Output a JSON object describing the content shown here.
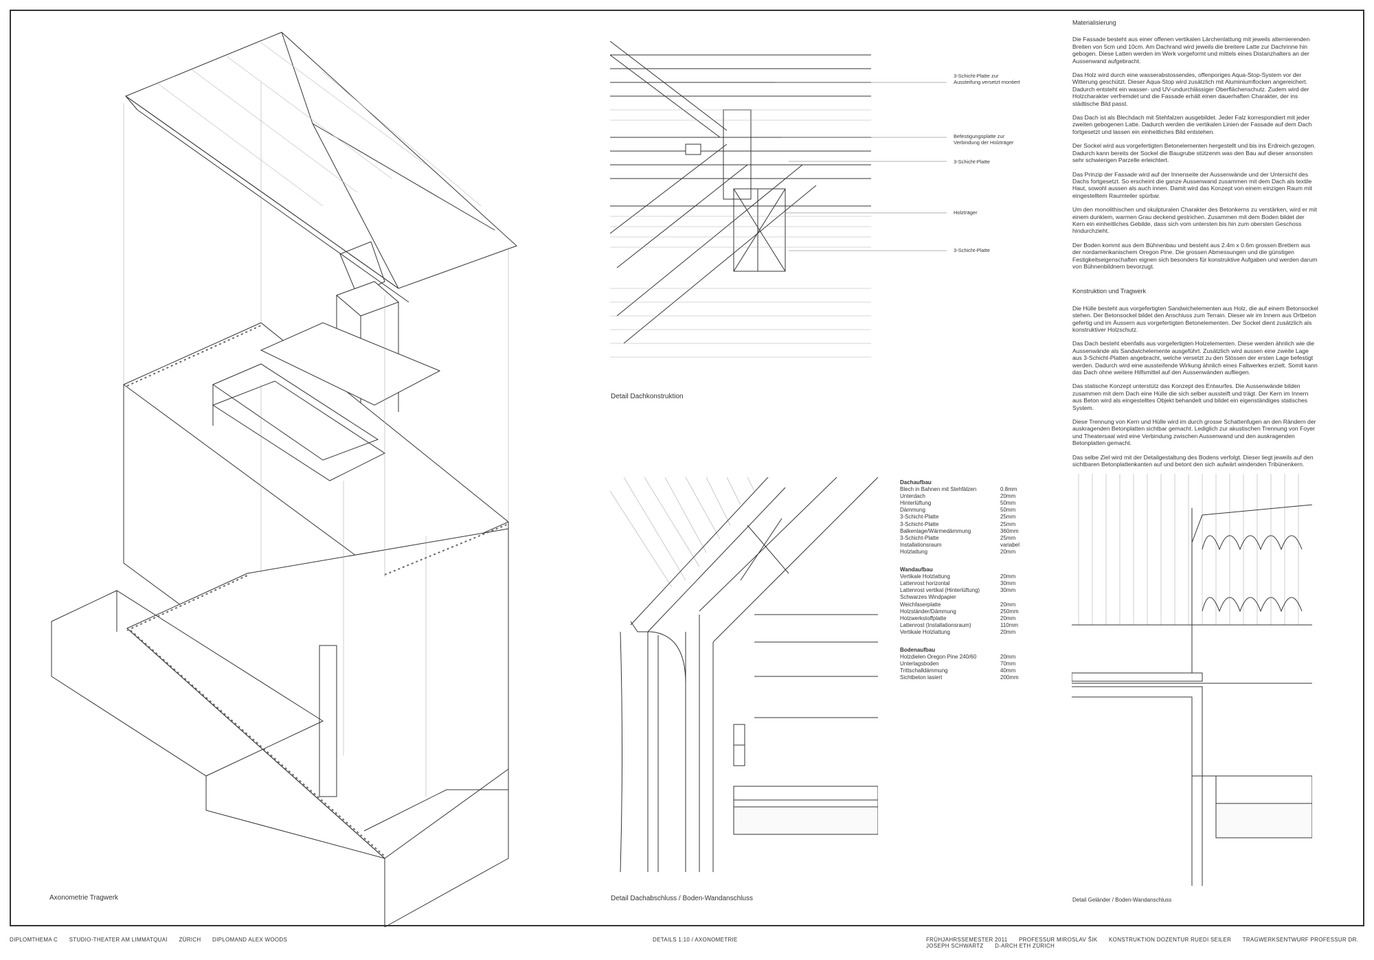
{
  "captions": {
    "axonometrie": "Axonometrie Tragwerk",
    "dach": "Detail Dachkonstruktion",
    "dachabschluss": "Detail Dachabschluss / Boden-Wandanschluss",
    "gelaender": "Detail Geländer / Boden-Wandanschluss"
  },
  "dach_labels": [
    "3-Schicht-Platte zur Aussteifung versetzt montiert",
    "Befestigungsplatte zur Verbindung der Holzträger",
    "3-Schicht-Platte",
    "Holzträger",
    "3-Schicht-Platte"
  ],
  "text": {
    "title1": "Materialisierung",
    "p1": "Die Fassade besteht aus einer offenen vertikalen Lärchenlattung mit jeweils alternierenden Breiten von 5cm und 10cm. Am Dachrand wird jeweils die breitere Latte zur Dachrinne hin gebogen. Diese Latten werden im Werk vorgeformt und mittels eines Distanzhalters an der Aussenwand aufgebracht.",
    "p2": "Das Holz wird durch eine wasserabstossendes, offenporiges Aqua-Stop-System vor der Witterung geschützt. Dieser Aqua-Stop wird zusätzlich mit Aluminiumflocken angereichert. Dadurch entsteht ein wasser- und UV-undurchlässiger Oberflächenschutz. Zudem wird der Holzcharakter verfremdet und die Fassade erhält einen dauerhaften Charakter, der ins städtische Bild passt.",
    "p3": "Das Dach ist als Blechdach mit Stehfalzen ausgebildet. Jeder Falz korrespondiert mit jeder zweiten gebogenen Latte. Dadurch werden die vertikalen Linien der Fassade auf dem Dach fortgesetzt und lassen ein einheitliches Bild entstehen.",
    "p4": "Der Sockel wird aus vorgefertigten Betonelementen hergestellt und bis ins Erdreich gezogen. Dadurch kann bereits der Sockel die Baugrube stützenm was den Bau auf dieser ansonsten sehr schwierigen Parzelle erleichtert.",
    "p5": "Das Prinzip der Fassade wird auf der Innenseite der Aussenwände und der Untersicht des Dachs fortgesetzt. So erscheint die ganze Aussenwand zusammen mit dem Dach als textile Haut, sowohl aussen als auch innen. Damit wird das Konzept von einem einzigen Raum mit eingestelltem Raumteiler spürbar.",
    "p6": "Um den monolithischen und skulpturalen Charakter des Betonkerns zu verstärken, wird er mit einem dunklem, warmen Grau deckend gestrichen. Zusammen mit dem Boden bildet der Kern ein einheitliches Gebilde, dass sich vom untersten bis hin zum obersten Geschoss hindurchzieht.",
    "p7": "Der Boden kommt aus dem Bühnenbau und besteht aus 2.4m x 0.6m grossen Brettern aus der nordamerikanischem Oregon Pine. Die grossen Abmessungen und die günstigen Festigkeitseigenschaften eignen sich besonders für konstruktive Aufgaben und werden darum von Bühnenbildnern bevorzugt.",
    "title2": "Konstruktion und Tragwerk",
    "q1": "Die Hülle besteht aus vorgefertigten Sandwichelementen aus Holz, die auf einem Betonsockel stehen. Der Betonsockel bildet den Anschluss zum Terrain. Dieser wir im Innern aus Ortbeton gefertig und im Äussern aus vorgefertigten Betonelementen. Der Sockel dient zusätzlich als konstruktiver Holzschutz.",
    "q2": "Das Dach besteht ebenfalls aus vorgefertigten Holzelementen. Diese werden ähnlich wie die Aussenwände als Sandwichelemente ausgeführt. Zusätzlich wird aussen eine zweite Lage aus 3-Schicht-Platten angebracht, welche versetzt zu den Stössen der ersten Lage befestigt werden. Dadurch wird eine aussteifende Wirkung ähnlich eines Faltwerkes erzielt. Somit kann das Dach ohne weitere Hilfsmittel auf den Aussenwänden aufliegen.",
    "q3": "Das statische Konzept unterstütz das Konzept des Entwurfes. Die Aussenwände bilden zusammen mit dem Dach eine Hülle die sich selber aussteift und trägt. Der Kern im Innern aus Beton wird als eingestelltes Objekt behandelt und bildet ein eigenständiges statisches System.",
    "q4": "Diese Trennung von Kern und Hülle wird im durch grosse Schattenfugen an den Rändern der auskragenden Betonplatten sichtbar gemacht. Lediglich zur akustischen Trennung von Foyer und Theatersaal wird eine Verbindung zwischen Aussenwand und den auskragenden Betonplatten gemacht.",
    "q5": "Das selbe Ziel wird mit der Detailgestaltung des Bodens verfolgt. Dieser liegt jeweils auf den sichtbaren Betonplattenkanten auf und betont den sich aufwärt windenden Tribünenkern."
  },
  "spec": {
    "dach_title": "Dachaufbau",
    "dach": [
      [
        "Blech in Bahnen mit Stehfälzen",
        "0.8mm"
      ],
      [
        "Unterdach",
        "20mm"
      ],
      [
        "Hinterlüftung",
        "50mm"
      ],
      [
        "Dämmung",
        "50mm"
      ],
      [
        "3-Schicht-Platte",
        "25mm"
      ],
      [
        "3-Schicht-Platte",
        "25mm"
      ],
      [
        "Balkenlage/Wärmedämmung",
        "360mm"
      ],
      [
        "3-Schicht-Platte",
        "25mm"
      ],
      [
        "Installationsraum",
        "variabel"
      ],
      [
        "Holzlattung",
        "20mm"
      ]
    ],
    "wand_title": "Wandaufbau",
    "wand": [
      [
        "Vertikale Holzlattung",
        "20mm"
      ],
      [
        "Lattenrost horizontal",
        "30mm"
      ],
      [
        "Lattenrost vertikal (Hinterlüftung)",
        "30mm"
      ],
      [
        "Schwarzes Windpapier",
        ""
      ],
      [
        "Weichfaserplatte",
        "20mm"
      ],
      [
        "Holzständer/Dämmung",
        "250mm"
      ],
      [
        "Holzwerkstoffplatte",
        "20mm"
      ],
      [
        "Lattenrost (Installationsraum)",
        "110mm"
      ],
      [
        "Vertikale Holzlattung",
        "20mm"
      ]
    ],
    "boden_title": "Bodenaufbau",
    "boden": [
      [
        "Holzdielen Oregon Pine 240/60",
        "20mm"
      ],
      [
        "Unterlagsboden",
        "70mm"
      ],
      [
        "Trittschalldämmung",
        "40mm"
      ],
      [
        "Sichtbeton lasiert",
        "200mm"
      ]
    ]
  },
  "footer": {
    "left": [
      "DIPLOMTHEMA C",
      "STUDIO-THEATER AM LIMMATQUAI",
      "ZÜRICH",
      "DIPLOMAND ALEX WOODS"
    ],
    "center": "DETAILS 1:10 / AXONOMETRIE",
    "right": [
      "FRÜHJAHRSSEMESTER 2011",
      "PROFESSUR MIROSLAV ŠIK",
      "KONSTRUKTION DOZENTUR RUEDI SEILER",
      "TRAGWERKSENTWURF PROFESSUR DR. JOSEPH SCHWARTZ",
      "D-ARCH ETH ZÜRICH"
    ]
  }
}
